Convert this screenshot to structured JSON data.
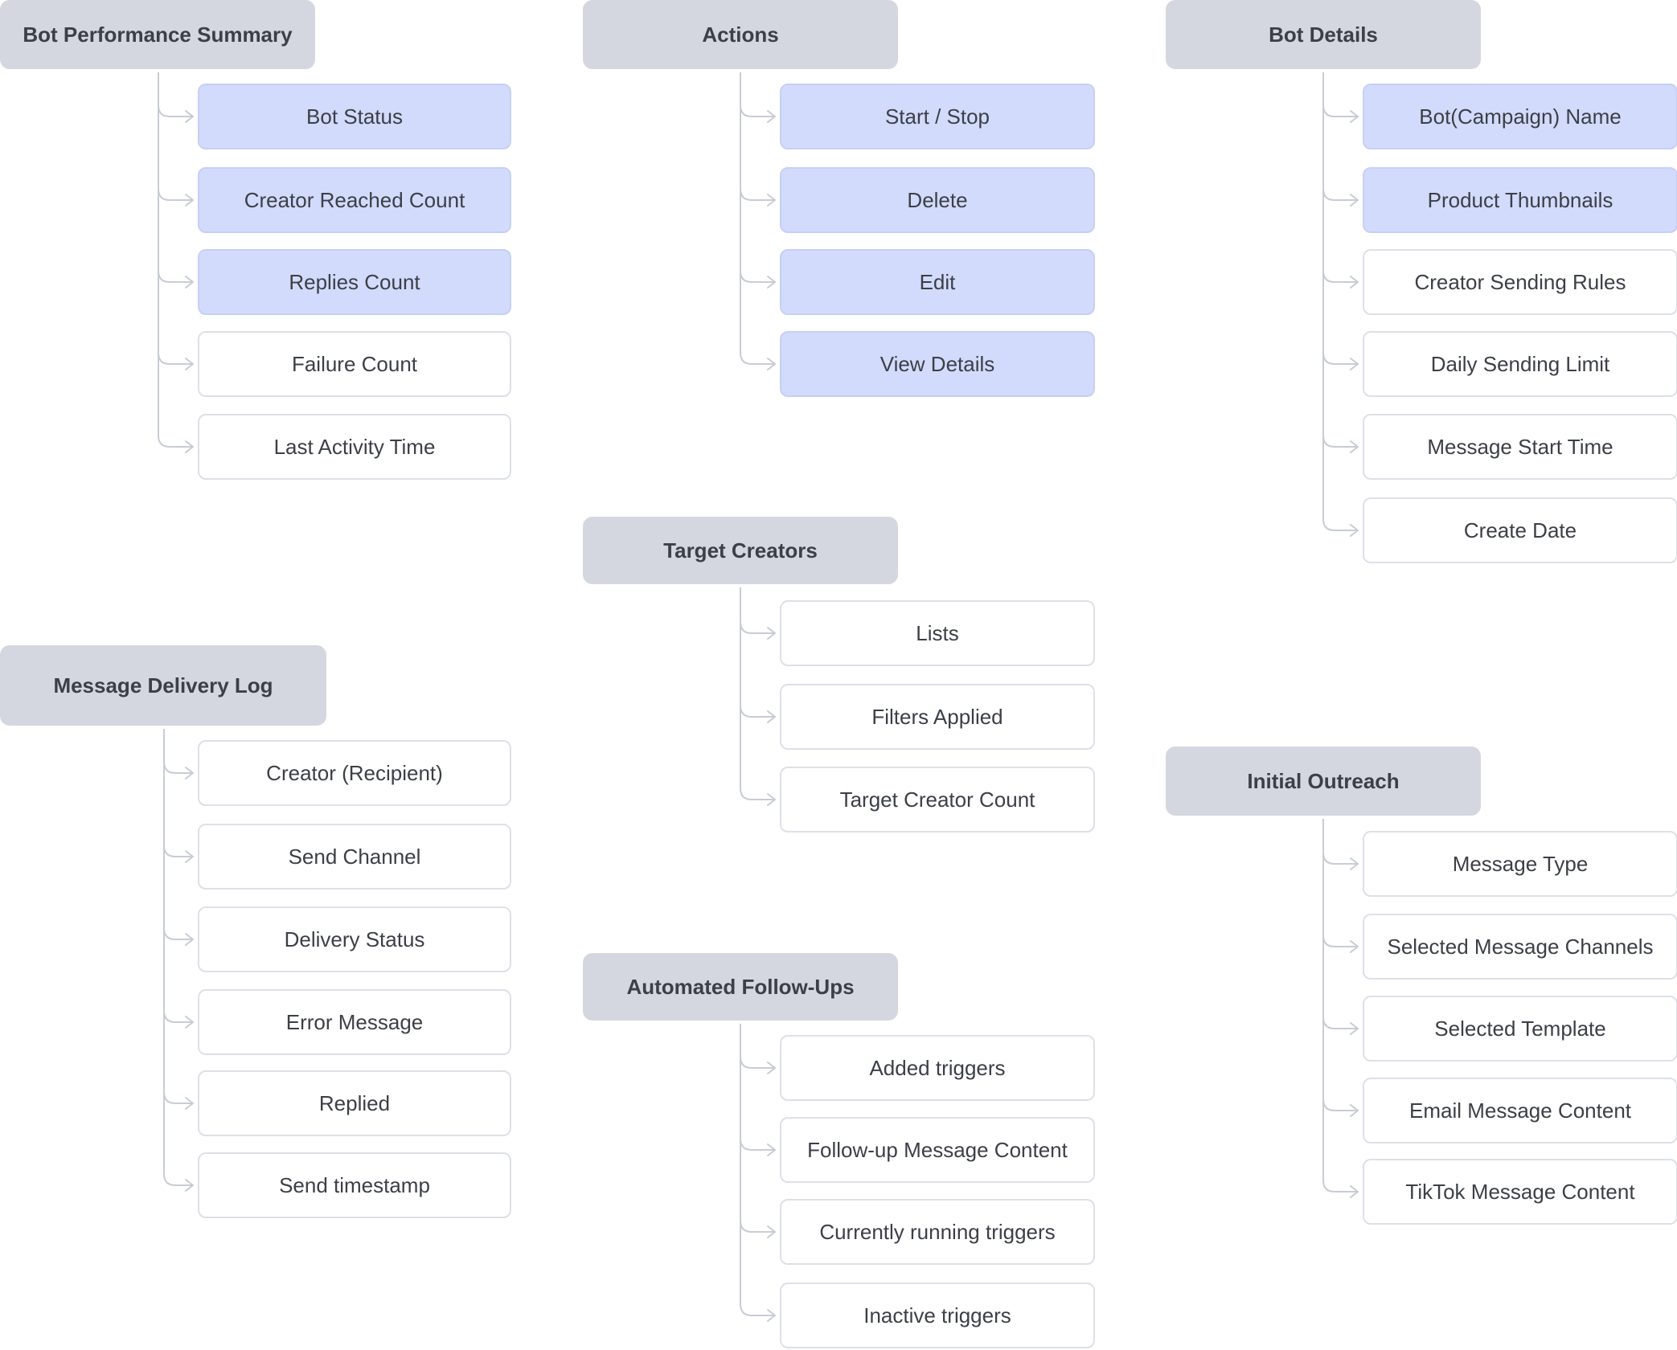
{
  "colors": {
    "header_bg": "#d4d7df",
    "highlight_bg": "#d2dbfc",
    "item_border": "#dde0e6",
    "connector": "#c8ccd4"
  },
  "groups": [
    {
      "id": "bot-performance-summary",
      "title": "Bot Performance Summary",
      "items": [
        {
          "label": "Bot Status",
          "highlighted": true
        },
        {
          "label": "Creator Reached Count",
          "highlighted": true
        },
        {
          "label": "Replies Count",
          "highlighted": true
        },
        {
          "label": "Failure Count",
          "highlighted": false
        },
        {
          "label": "Last Activity Time",
          "highlighted": false
        }
      ]
    },
    {
      "id": "actions",
      "title": "Actions",
      "items": [
        {
          "label": "Start / Stop",
          "highlighted": true
        },
        {
          "label": "Delete",
          "highlighted": true
        },
        {
          "label": "Edit",
          "highlighted": true
        },
        {
          "label": "View Details",
          "highlighted": true
        }
      ]
    },
    {
      "id": "bot-details",
      "title": "Bot Details",
      "items": [
        {
          "label": "Bot(Campaign) Name",
          "highlighted": true
        },
        {
          "label": "Product Thumbnails",
          "highlighted": true
        },
        {
          "label": "Creator Sending Rules",
          "highlighted": false
        },
        {
          "label": "Daily Sending Limit",
          "highlighted": false
        },
        {
          "label": "Message Start Time",
          "highlighted": false
        },
        {
          "label": "Create Date",
          "highlighted": false
        }
      ]
    },
    {
      "id": "target-creators",
      "title": "Target Creators",
      "items": [
        {
          "label": "Lists",
          "highlighted": false
        },
        {
          "label": "Filters Applied",
          "highlighted": false
        },
        {
          "label": "Target Creator Count",
          "highlighted": false
        }
      ]
    },
    {
      "id": "message-delivery-log",
      "title": "Message Delivery Log",
      "items": [
        {
          "label": "Creator (Recipient)",
          "highlighted": false
        },
        {
          "label": "Send Channel",
          "highlighted": false
        },
        {
          "label": "Delivery Status",
          "highlighted": false
        },
        {
          "label": "Error Message",
          "highlighted": false
        },
        {
          "label": "Replied",
          "highlighted": false
        },
        {
          "label": "Send timestamp",
          "highlighted": false
        }
      ]
    },
    {
      "id": "initial-outreach",
      "title": "Initial Outreach",
      "items": [
        {
          "label": "Message Type",
          "highlighted": false
        },
        {
          "label": "Selected Message Channels",
          "highlighted": false
        },
        {
          "label": "Selected Template",
          "highlighted": false
        },
        {
          "label": "Email Message Content",
          "highlighted": false
        },
        {
          "label": "TikTok Message Content",
          "highlighted": false
        }
      ]
    },
    {
      "id": "automated-follow-ups",
      "title": "Automated Follow-Ups",
      "items": [
        {
          "label": "Added triggers",
          "highlighted": false
        },
        {
          "label": "Follow-up Message Content",
          "highlighted": false
        },
        {
          "label": "Currently running triggers",
          "highlighted": false
        },
        {
          "label": "Inactive triggers",
          "highlighted": false
        }
      ]
    }
  ]
}
